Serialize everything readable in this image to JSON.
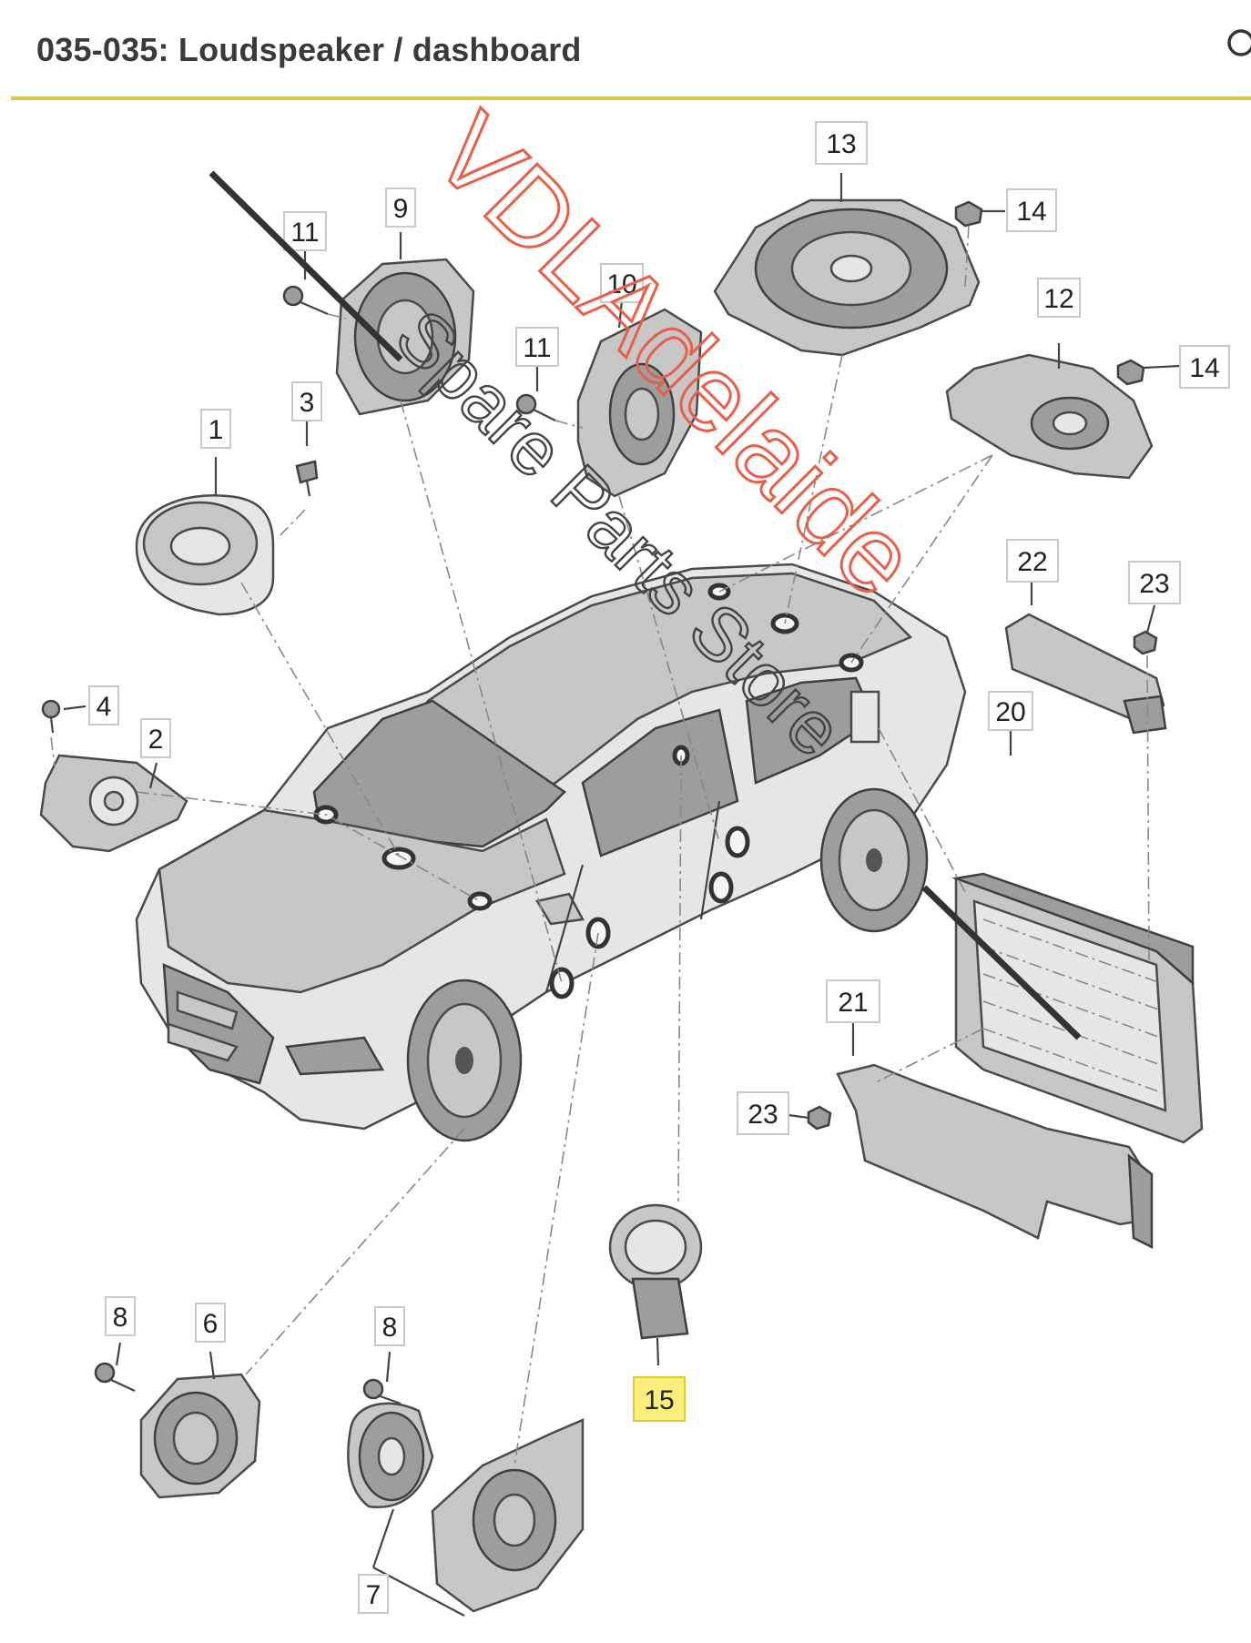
{
  "header": {
    "title": "035-035: Loudspeaker / dashboard",
    "search_icon": "search-icon"
  },
  "accent_color": "#e2c64a",
  "highlight_color": "#fbee7a",
  "callouts": {
    "c1": "1",
    "c2": "2",
    "c3": "3",
    "c4": "4",
    "c6": "6",
    "c7": "7",
    "c8a": "8",
    "c8b": "8",
    "c9": "9",
    "c10": "10",
    "c11a": "11",
    "c11b": "11",
    "c12": "12",
    "c13": "13",
    "c14a": "14",
    "c14b": "14",
    "c15": "15",
    "c20": "20",
    "c21": "21",
    "c22": "22",
    "c23a": "23",
    "c23b": "23"
  },
  "highlighted_part": "15",
  "watermark": {
    "line1": "VDLAdelaide",
    "line2": "Spare Parts Store"
  }
}
